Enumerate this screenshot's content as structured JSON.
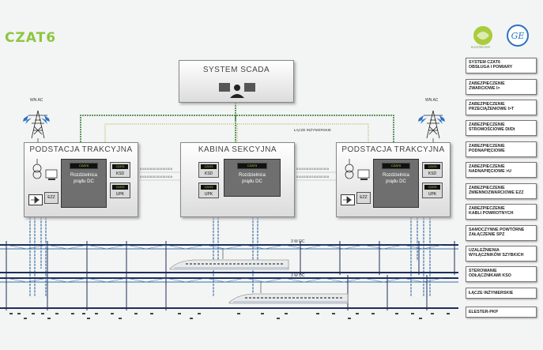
{
  "brand": {
    "logo_text": "CZAT6",
    "partner_logo_text": "ELESTER-PKP",
    "ge_logo_text": "GE"
  },
  "scada": {
    "title": "SYSTEM SCADA"
  },
  "substation_left": {
    "title": "PODSTACJA TRAKCYJNA",
    "switchgear": "Rozdzielnica\nprądu DC",
    "display": "CZAT6",
    "ksd": "KSD",
    "upk": "UPK",
    "ezz": "EZZ"
  },
  "section_cabin": {
    "title": "KABINA SEKCYJNA",
    "switchgear": "Rozdzielnica\nprądu DC",
    "display": "CZAT6",
    "ksd": "KSD",
    "upk": "UPK"
  },
  "substation_right": {
    "title": "PODSTACJA TRAKCYJNA",
    "switchgear": "Rozdzielnica\nprądu DC",
    "display": "CZAT6",
    "ksd": "KSD",
    "upk": "UPK",
    "ezz": "EZZ"
  },
  "labels": {
    "wn_ac_left": "WN AC",
    "wn_ac_right": "WN AC",
    "engineering_link": "ŁĄCZE INŻYNIERSKIE",
    "dc_line_1": "3 W DC",
    "dc_line_2": "3 W DC",
    "bits": "0101010101010101010",
    "bits2": "0101010101010101010"
  },
  "sidebar": {
    "items": [
      "SYSTEM CZAT6\nOBSŁUGA I POMIARY",
      "ZABEZPIECZENIE\nZWARCIOWE I>",
      "ZABEZPIECZENIE\nPRZECIĄŻENIOWE I>T",
      "ZABEZPIECZENIE\nSTROMOŚCIOWE DI/Dt",
      "ZABEZPIECZENIE\nPODNAPIĘCIOWE",
      "ZABEZPIECZENIE\nNADNAPIĘCIOWE >U",
      "ZABEZPIECZENIE\nZMIENNOZWARCIOWE EZZ",
      "ZABEZPIECZENIE\nKABLI POWROTNYCH",
      "SAMOCZYNNE POWTÓRNE\nZAŁĄCZENIE SPZ",
      "UZALEŻNIENIA\nWYŁĄCZNIKÓW SZYBKICH",
      "STEROWANIE\nODŁĄCZNIKAMI KSO",
      "ŁĄCZE INŻYNIERSKIE",
      "ELESTER-PKP"
    ]
  },
  "colors": {
    "green": "#8dc63f",
    "dark_green": "#2f7a32",
    "olive": "#9a9a22",
    "blue": "#3a6ea5",
    "navy": "#1c2f5a"
  }
}
